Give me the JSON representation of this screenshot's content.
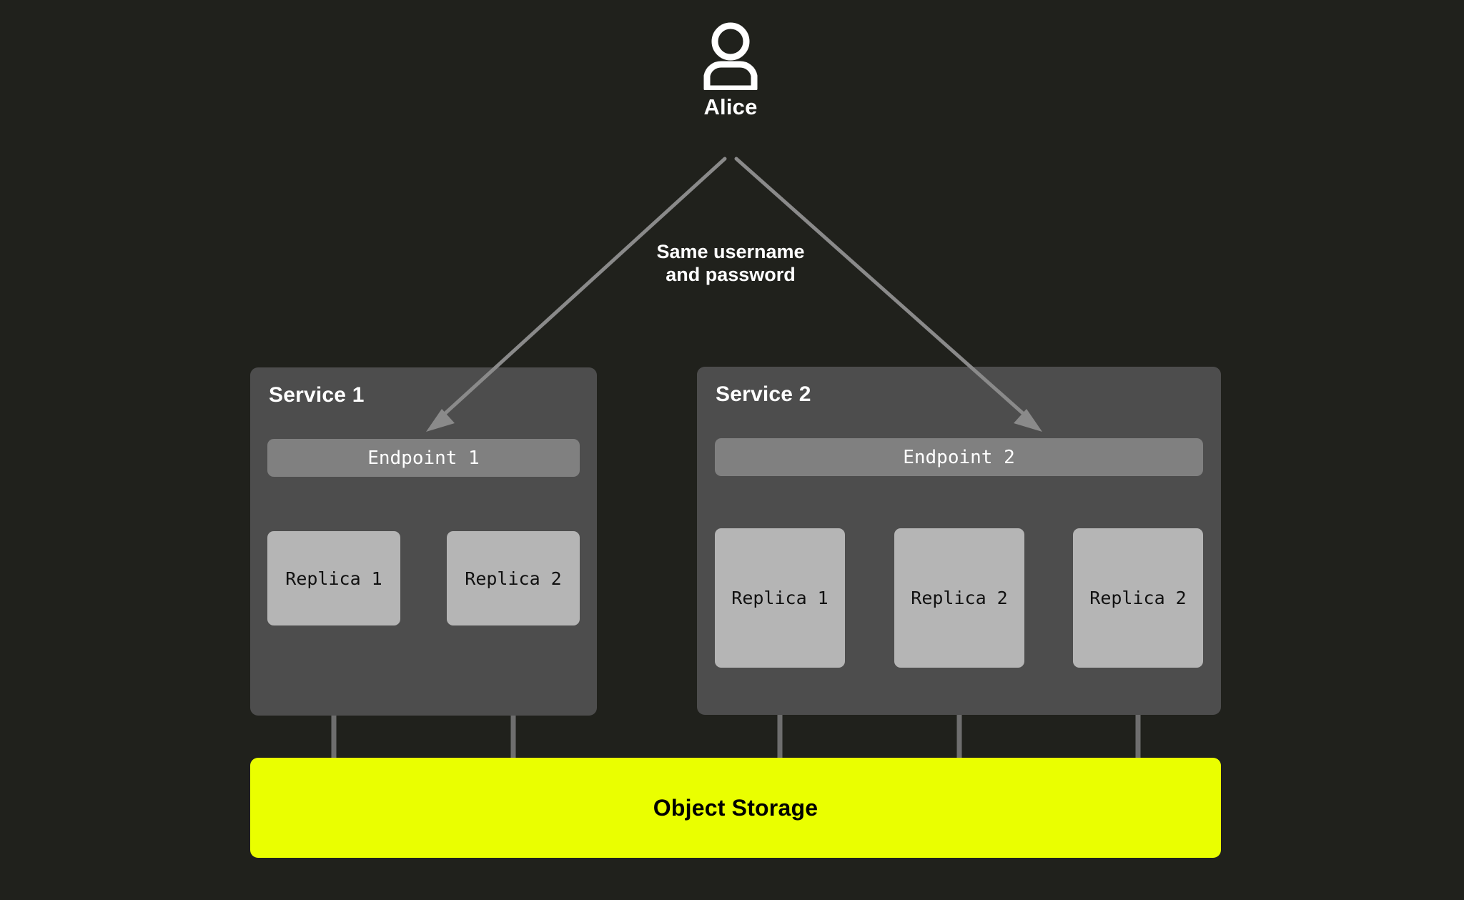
{
  "actor": {
    "icon": "person-icon",
    "label": "Alice"
  },
  "annotation": {
    "line1": "Same username",
    "line2": "and password"
  },
  "services": [
    {
      "title": "Service 1",
      "endpoint": "Endpoint 1",
      "replicas": [
        "Replica 1",
        "Replica 2"
      ]
    },
    {
      "title": "Service 2",
      "endpoint": "Endpoint 2",
      "replicas": [
        "Replica 1",
        "Replica 2",
        "Replica 2"
      ]
    }
  ],
  "storage": {
    "label": "Object Storage"
  },
  "colors": {
    "background": "#20211c",
    "panel": "#4d4d4d",
    "endpoint": "#808080",
    "replica": "#b5b5b5",
    "storage": "#eaff00",
    "connector": "#6e6e6e",
    "arrow": "#8a8a8a",
    "text_light": "#ffffff",
    "text_dark": "#000000"
  }
}
